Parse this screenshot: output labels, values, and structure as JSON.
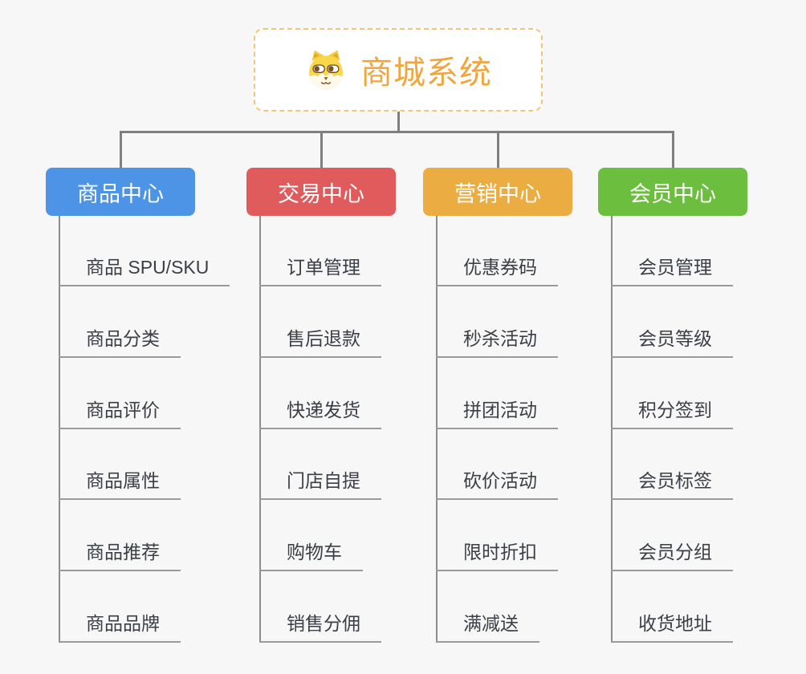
{
  "root": {
    "title": "商城系统",
    "icon": "dog-face-icon",
    "title_color": "#F0A63E",
    "border_color": "#F2C57A"
  },
  "connector_color": "#7F7F7F",
  "branches": [
    {
      "label": "商品中心",
      "color": "#4E94E6",
      "items": [
        "商品 SPU/SKU",
        "商品分类",
        "商品评价",
        "商品属性",
        "商品推荐",
        "商品品牌"
      ]
    },
    {
      "label": "交易中心",
      "color": "#E05C5C",
      "items": [
        "订单管理",
        "售后退款",
        "快递发货",
        "门店自提",
        "购物车",
        "销售分佣"
      ]
    },
    {
      "label": "营销中心",
      "color": "#EBAD41",
      "items": [
        "优惠券码",
        "秒杀活动",
        "拼团活动",
        "砍价活动",
        "限时折扣",
        "满减送"
      ]
    },
    {
      "label": "会员中心",
      "color": "#6BBE3E",
      "items": [
        "会员管理",
        "会员等级",
        "积分签到",
        "会员标签",
        "会员分组",
        "收货地址"
      ]
    }
  ]
}
